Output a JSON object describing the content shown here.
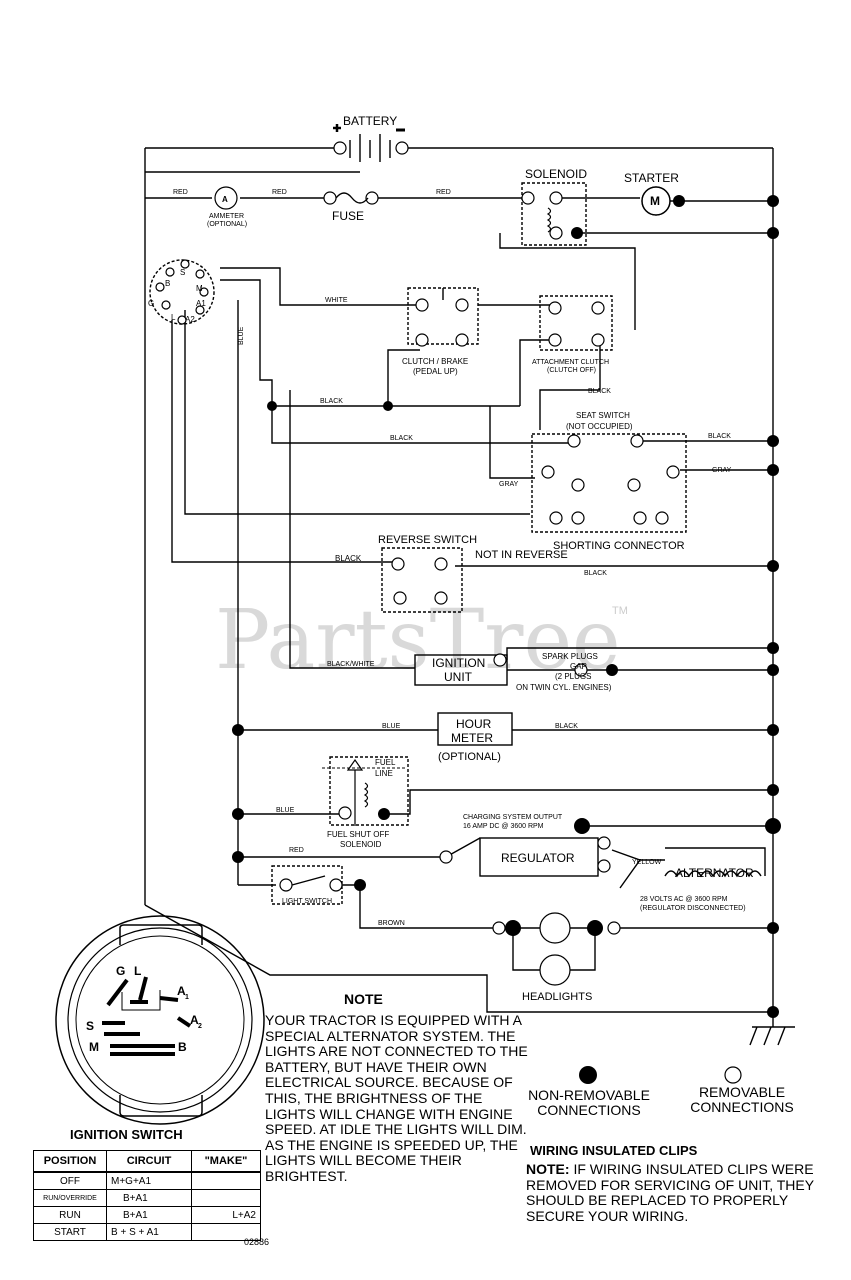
{
  "components": {
    "battery": "BATTERY",
    "solenoid": "SOLENOID",
    "starter": "STARTER",
    "starter_symbol": "M",
    "ammeter": "AMMETER",
    "ammeter_note": "(OPTIONAL)",
    "ammeter_symbol": "A",
    "fuse": "FUSE",
    "clutch_brake": "CLUTCH / BRAKE",
    "clutch_brake_note": "(PEDAL UP)",
    "attachment_clutch": "ATTACHMENT CLUTCH",
    "attachment_clutch_note": "(CLUTCH OFF)",
    "seat_switch": "SEAT SWITCH",
    "seat_switch_note": "(NOT OCCUPIED)",
    "shorting_connector": "SHORTING CONNECTOR",
    "reverse_switch": "REVERSE SWITCH",
    "not_in_reverse": "NOT IN REVERSE",
    "ignition_unit_1": "IGNITION",
    "ignition_unit_2": "UNIT",
    "spark_plugs_1": "SPARK PLUGS",
    "spark_plugs_2": "GAP",
    "spark_plugs_3": "(2 PLUGS",
    "spark_plugs_4": "ON TWIN CYL. ENGINES)",
    "hour_meter_1": "HOUR",
    "hour_meter_2": "METER",
    "hour_meter_note": "(OPTIONAL)",
    "fuel_line_1": "FUEL",
    "fuel_line_2": "LINE",
    "fuel_shutoff_1": "FUEL SHUT OFF",
    "fuel_shutoff_2": "SOLENOID",
    "charging_output_1": "CHARGING SYSTEM OUTPUT",
    "charging_output_2": "16 AMP DC @ 3600 RPM",
    "regulator": "REGULATOR",
    "alternator": "ALTERNATOR",
    "alternator_note_1": "28 VOLTS AC @ 3600 RPM",
    "alternator_note_2": "(REGULATOR DISCONNECTED)",
    "light_switch": "LIGHT SWITCH",
    "headlights": "HEADLIGHTS"
  },
  "wire_colors": {
    "red_1": "RED",
    "red_2": "RED",
    "red_3": "RED",
    "red_4": "RED",
    "white": "WHITE",
    "blue_1": "BLUE",
    "blue_2": "BLUE",
    "blue_3": "BLUE",
    "black_1": "BLACK",
    "black_2": "BLACK",
    "black_3": "BLACK",
    "black_4": "BLACK",
    "black_5": "BLACK",
    "black_6": "BLACK",
    "black_7": "BLACK",
    "gray_1": "GRAY",
    "gray_2": "GRAY",
    "black_white": "BLACK/WHITE",
    "yellow": "YELLOW",
    "brown": "BROWN"
  },
  "ignition_terminals": {
    "b": "B",
    "s": "S",
    "m": "M",
    "a1": "A1",
    "a2": "A2",
    "g": "G",
    "l": "L"
  },
  "ignition_switch_face": {
    "g": "G",
    "l": "L",
    "a1": "A",
    "a1_sub": "1",
    "a2": "A",
    "a2_sub": "2",
    "s": "S",
    "m": "M",
    "b": "B"
  },
  "watermark": "PartsTree",
  "watermark_tm": "TM",
  "note": {
    "title": "NOTE",
    "body": "Your tractor is equipped with a special alternator system. The lights are not connected to the battery, but have their own electrical source. Because of this, the brightness of the lights will change with engine speed. At idle the lights will dim. As the engine is speeded up, the lights will become their brightest."
  },
  "legend": {
    "non_removable": "NON-REMOVABLE CONNECTIONS",
    "removable": "REMOVABLE CONNECTIONS"
  },
  "clips": {
    "title": "WIRING INSULATED CLIPS",
    "note_label": "NOTE:",
    "note_text": " IF WIRING INSULATED CLIPS WERE REMOVED FOR SERVICING OF UNIT, THEY SHOULD BE REPLACED TO PROPERLY SECURE YOUR WIRING."
  },
  "ignition_table": {
    "title": "IGNITION SWITCH",
    "headers": [
      "POSITION",
      "CIRCUIT",
      "\"MAKE\""
    ],
    "rows": [
      {
        "position": "OFF",
        "circuit": "M+G+A1",
        "make": ""
      },
      {
        "position": "RUN/OVERRIDE",
        "circuit": "B+A1",
        "make": ""
      },
      {
        "position": "RUN",
        "circuit": "B+A1",
        "make": "L+A2"
      },
      {
        "position": "START",
        "circuit": "B + S + A1",
        "make": ""
      }
    ]
  },
  "document_number": "02886"
}
